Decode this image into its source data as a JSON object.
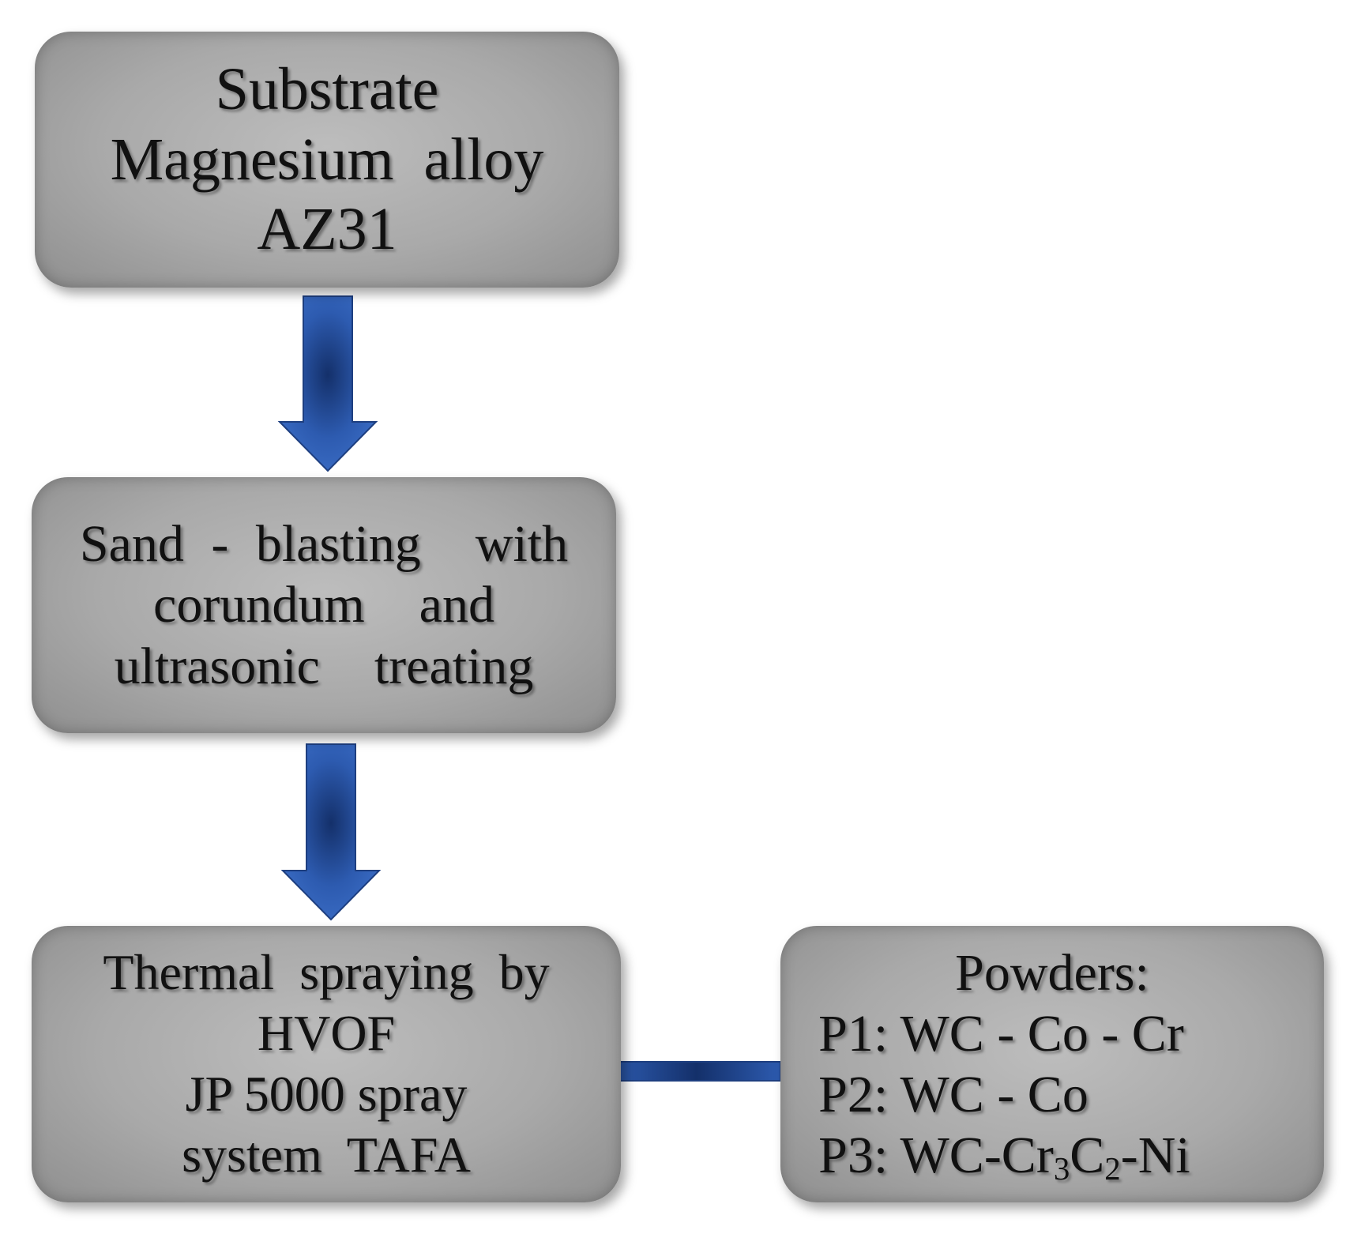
{
  "boxes": {
    "substrate": {
      "lines": [
        "Substrate",
        "Magnesium  alloy",
        "AZ31"
      ]
    },
    "sandblast": {
      "lines": [
        "Sand - blasting  with",
        "corundum  and",
        "ultrasonic  treating"
      ]
    },
    "spray": {
      "lines": [
        "Thermal  spraying  by",
        "HVOF",
        "JP 5000 spray",
        "system  TAFA"
      ]
    },
    "powders": {
      "title": "Powders:",
      "p1": "P1: WC - Co - Cr",
      "p2": "P2: WC - Co",
      "p3": {
        "prefix": "P3: WC-Cr",
        "sub1": "3",
        "mid": "C",
        "sub2": "2",
        "suffix": "-Ni"
      }
    }
  },
  "colors": {
    "arrow": "#2d5bb0",
    "arrow_dark": "#14306a",
    "box": "#a9a9a9",
    "text": "#111111"
  }
}
